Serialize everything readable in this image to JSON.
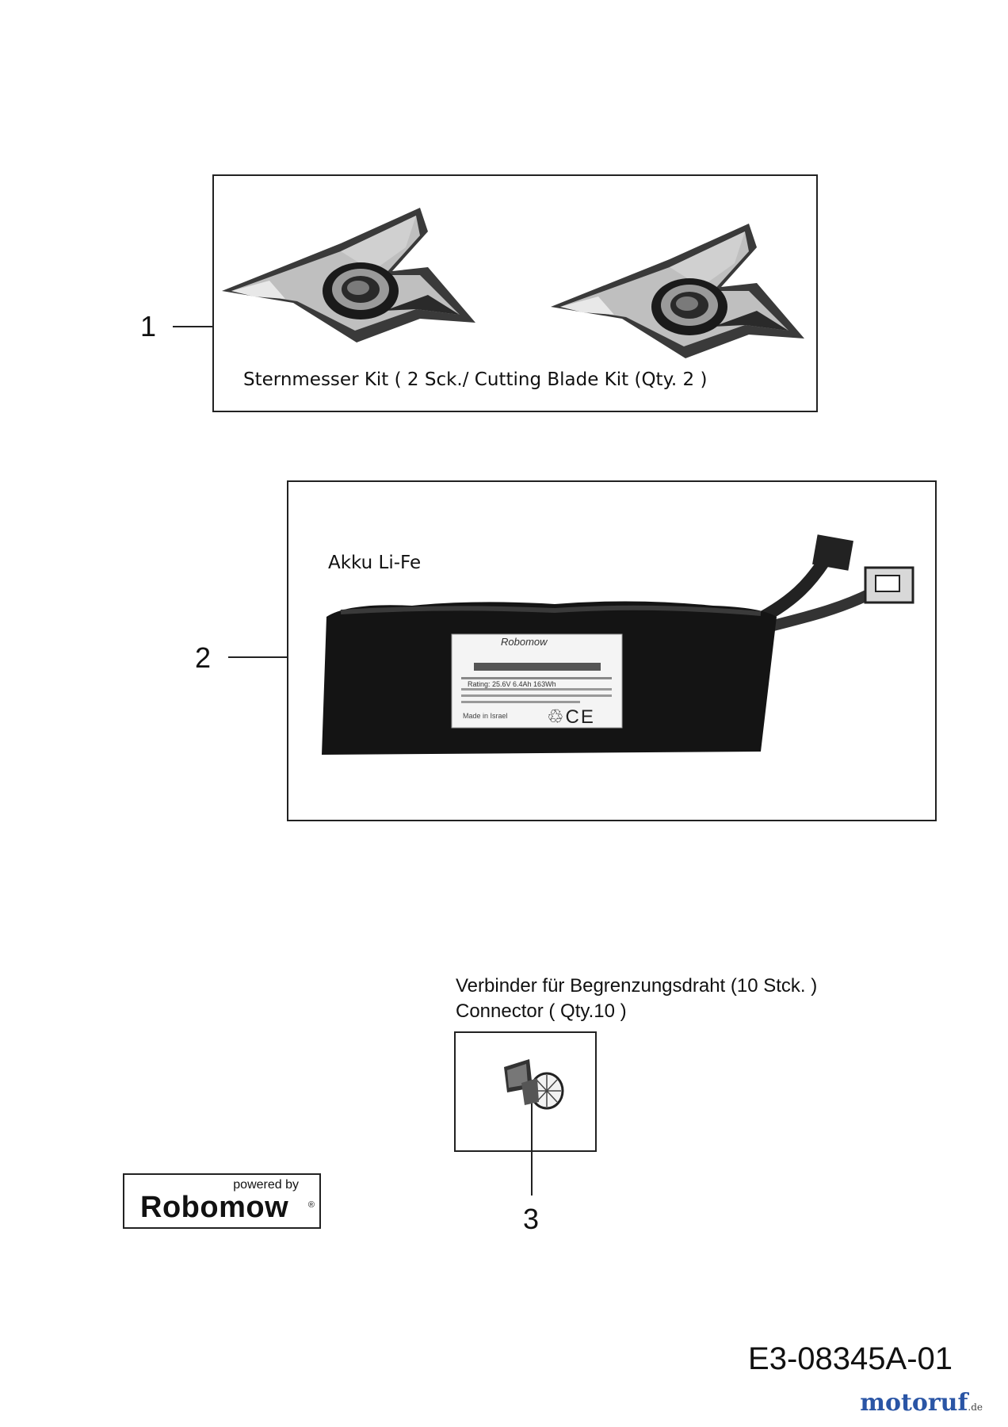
{
  "parts": [
    {
      "number": "1",
      "caption": "Sternmesser  Kit ( 2 Sck./ Cutting Blade Kit (Qty. 2 )"
    },
    {
      "number": "2",
      "caption": "Akku Li-Fe"
    },
    {
      "number": "3",
      "caption_line1": "Verbinder für Begrenzungsdraht (10 Stck. )",
      "caption_line2": "Connector ( Qty.10 )"
    }
  ],
  "battery_label": {
    "brand": "Robomow",
    "rating": "Rating: 25.6V   6.4Ah   163Wh",
    "made_in": "Made in Israel",
    "marks": "♲CE"
  },
  "logo": {
    "powered_by": "powered by",
    "brand": "Robomow",
    "reg": "®"
  },
  "document_number": "E3-08345A-01",
  "watermark": {
    "name": "motoruf",
    "tld": ".de"
  }
}
